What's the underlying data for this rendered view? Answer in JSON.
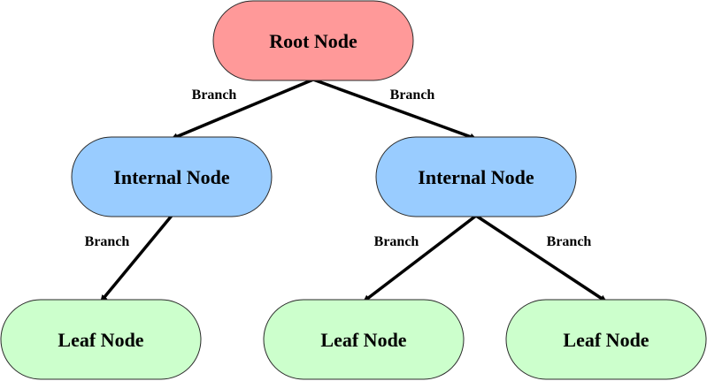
{
  "colors": {
    "root_fill": "#ff9999",
    "internal_fill": "#99ccff",
    "leaf_fill": "#ccffcc",
    "edge": "#000000"
  },
  "nodes": [
    {
      "id": "root",
      "label": "Root Node",
      "kind": "root"
    },
    {
      "id": "internal-left",
      "label": "Internal Node",
      "kind": "internal"
    },
    {
      "id": "internal-right",
      "label": "Internal Node",
      "kind": "internal"
    },
    {
      "id": "leaf-left",
      "label": "Leaf Node",
      "kind": "leaf"
    },
    {
      "id": "leaf-middle",
      "label": "Leaf Node",
      "kind": "leaf"
    },
    {
      "id": "leaf-right",
      "label": "Leaf Node",
      "kind": "leaf"
    }
  ],
  "edges": [
    {
      "from": "root",
      "to": "internal-left",
      "label": "Branch"
    },
    {
      "from": "root",
      "to": "internal-right",
      "label": "Branch"
    },
    {
      "from": "internal-left",
      "to": "leaf-left",
      "label": "Branch"
    },
    {
      "from": "internal-right",
      "to": "leaf-middle",
      "label": "Branch"
    },
    {
      "from": "internal-right",
      "to": "leaf-right",
      "label": "Branch"
    }
  ]
}
